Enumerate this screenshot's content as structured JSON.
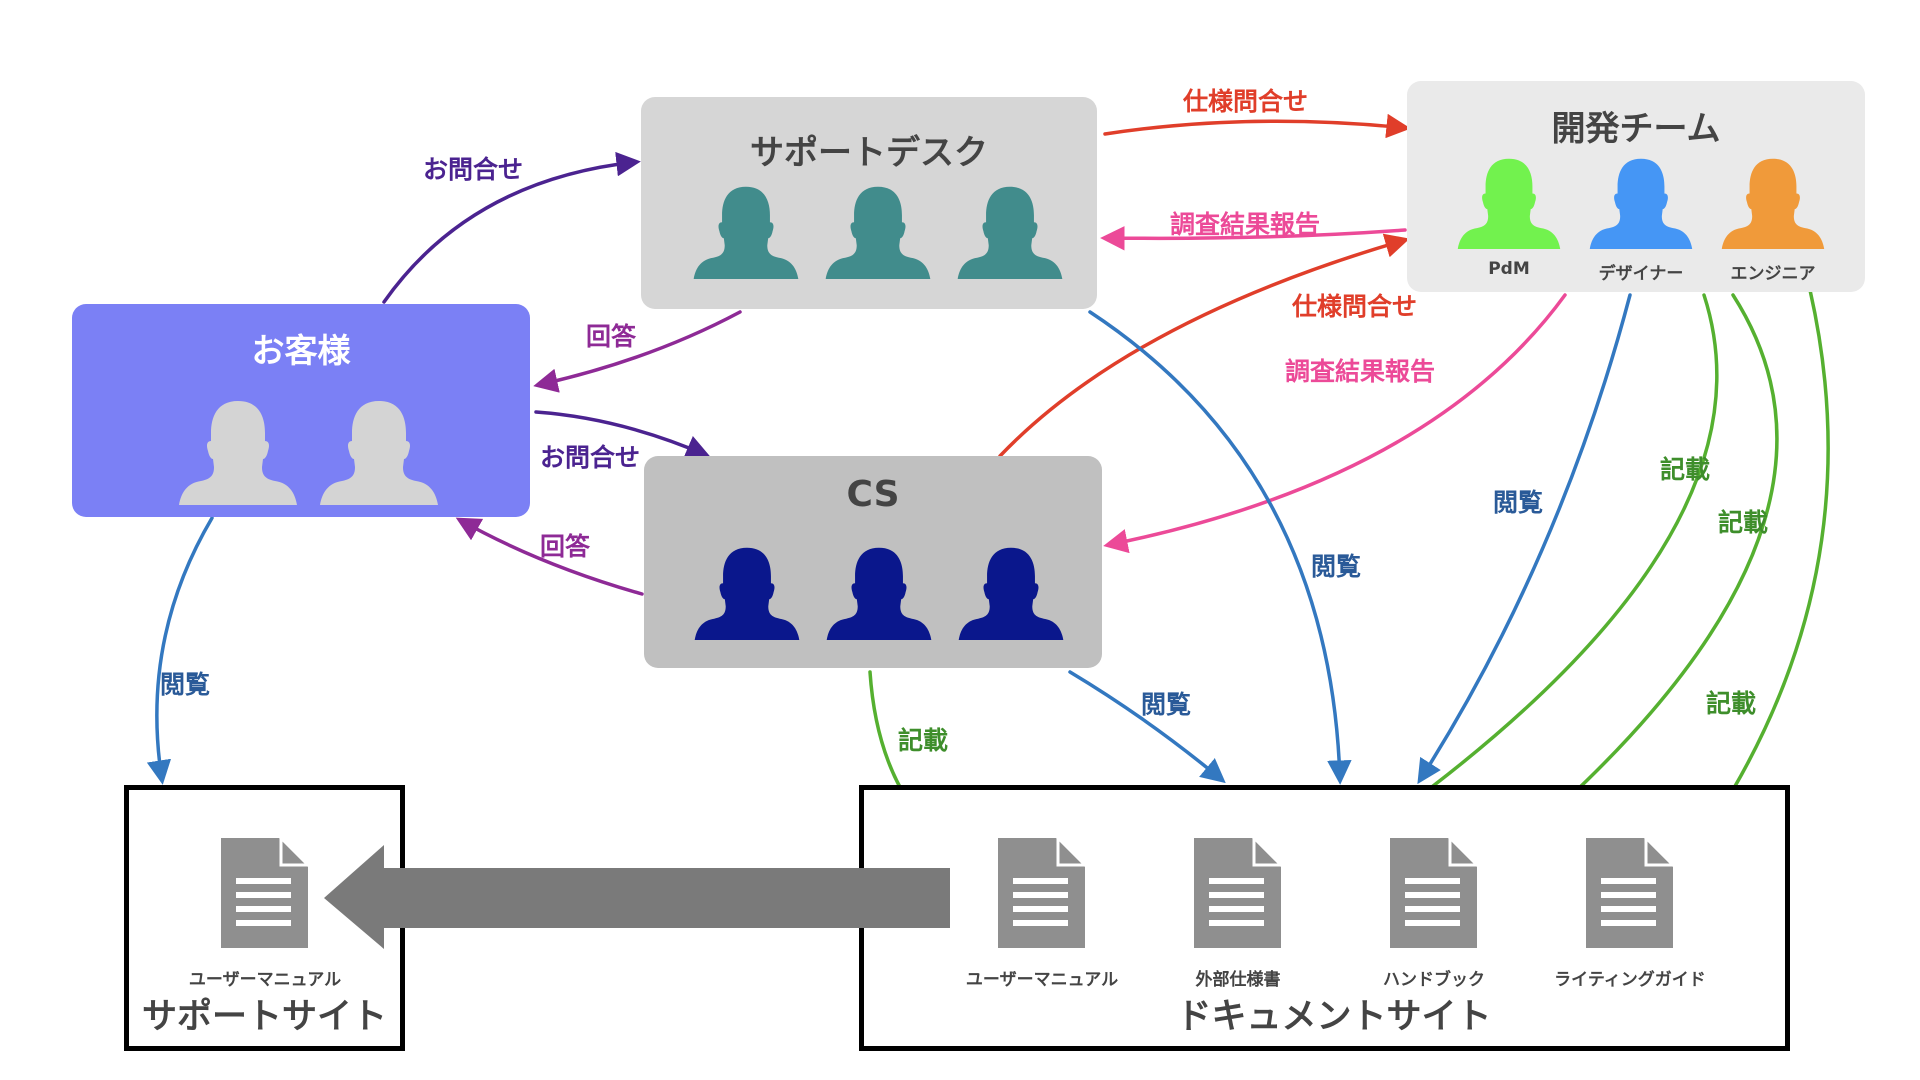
{
  "colors": {
    "customer_box": "#7B80F5",
    "support_desk_box": "#D6D6D6",
    "cs_box": "#C0C0C0",
    "dev_box": "#EAEAEA",
    "customer_person": "#D4D4D4",
    "support_person": "#418C8C",
    "cs_person": "#0A178C",
    "pdm_person": "#72F24E",
    "designer_person": "#4596F5",
    "engineer_person": "#F09A3A",
    "inquiry": "#4B2390",
    "answer": "#8E2A96",
    "spec_inquiry": "#E03E2A",
    "report": "#EC4A98",
    "browse_line": "#3378C0",
    "browse_text": "#2A5A98",
    "write_line": "#55B030",
    "write_text": "#3E8E2B",
    "doc_icon": "#8F8F8F",
    "big_arrow": "#7A7A7A"
  },
  "nodes": {
    "customer": {
      "title": "お客様",
      "icon": "person-icon"
    },
    "support_desk": {
      "title": "サポートデスク",
      "icon": "person-icon"
    },
    "cs": {
      "title": "CS",
      "icon": "person-icon"
    },
    "dev_team": {
      "title": "開発チーム",
      "members": [
        {
          "label": "PdM",
          "icon": "person-icon"
        },
        {
          "label": "デザイナー",
          "icon": "person-icon"
        },
        {
          "label": "エンジニア",
          "icon": "person-icon"
        }
      ]
    }
  },
  "sites": {
    "support_site": {
      "title": "サポートサイト",
      "docs": [
        {
          "label": "ユーザーマニュアル",
          "icon": "document-icon"
        }
      ]
    },
    "document_site": {
      "title": "ドキュメントサイト",
      "docs": [
        {
          "label": "ユーザーマニュアル",
          "icon": "document-icon"
        },
        {
          "label": "外部仕様書",
          "icon": "document-icon"
        },
        {
          "label": "ハンドブック",
          "icon": "document-icon"
        },
        {
          "label": "ライティングガイド",
          "icon": "document-icon"
        }
      ]
    }
  },
  "edges": {
    "customer_to_support_inquiry": "お問合せ",
    "support_to_customer_answer": "回答",
    "customer_to_cs_inquiry": "お問合せ",
    "cs_to_customer_answer": "回答",
    "support_to_dev_spec": "仕様問合せ",
    "dev_to_support_report": "調査結果報告",
    "cs_to_dev_spec": "仕様問合せ",
    "dev_to_cs_report": "調査結果報告",
    "customer_browse_support_site": "閲覧",
    "support_browse_docs": "閲覧",
    "cs_browse_docs": "閲覧",
    "designer_browse_docs": "閲覧",
    "cs_write_docs": "記載",
    "designer_write_docs": "記載",
    "engineer_write_docs_1": "記載",
    "engineer_write_docs_2": "記載"
  }
}
